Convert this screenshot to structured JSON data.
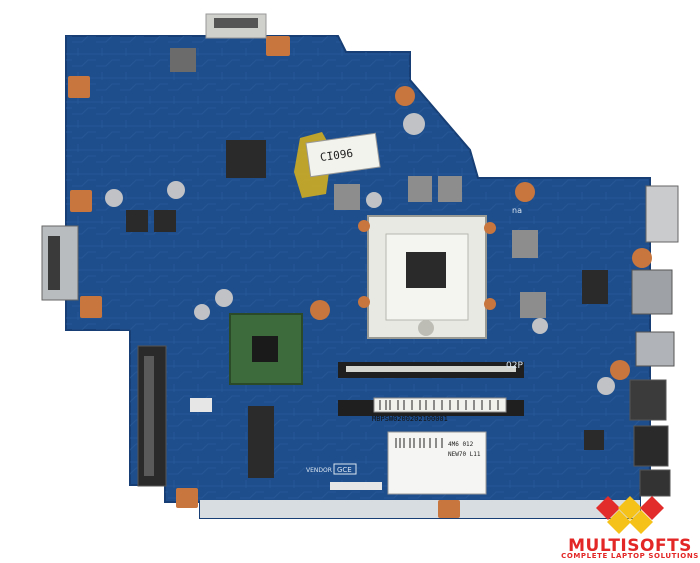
{
  "photo": {
    "subject": "laptop-motherboard"
  },
  "stickers": {
    "top_label": "CI096",
    "ram_barcode": "MBPSW0200202100001",
    "center_label_line1": "4M6 012",
    "center_label_line2": "NEW70 L11",
    "pcb_marking_right": "02P",
    "pcb_marking_vendor": "VENDOR",
    "pcb_marking_gce": "GCE",
    "pcb_marking_na": "na"
  },
  "watermark": {
    "name": "MULTISOFTS",
    "tagline": "COMPLETE LAPTOP SOLUTIONS"
  },
  "colors": {
    "pcb": "#1f4e8c",
    "pcb_dark": "#173f75",
    "trace": "#2f66a8",
    "pad": "#c8763e",
    "socket": "#e9e9e4",
    "chip": "#2a2a2a",
    "logo_red": "#e22b2b",
    "logo_yellow": "#f5c21a",
    "logo_text": "#e32727"
  }
}
